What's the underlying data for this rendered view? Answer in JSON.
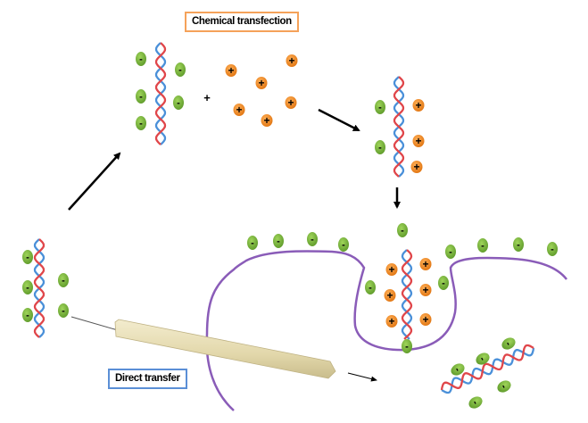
{
  "labels": {
    "chemical_transfection": "Chemical transfection",
    "direct_transfer": "Direct transfer"
  },
  "symbols": {
    "plus": "+",
    "minus": "-"
  },
  "colors": {
    "dna_strand_a": "#e0464a",
    "dna_strand_b": "#4a90d9",
    "negative_charge": "#7ab83a",
    "positive_charge": "#f08a24",
    "membrane": "#8a5cb8",
    "needle": "#e8dfb8",
    "chemical_box_border": "#f5a25a",
    "direct_box_border": "#5b8fd6",
    "arrow": "#000000"
  },
  "components": [
    "free DNA with negative charges",
    "cationic reagent particles",
    "DNA-reagent complex",
    "cell membrane endocytosis",
    "microinjection needle",
    "released DNA in cytoplasm"
  ]
}
